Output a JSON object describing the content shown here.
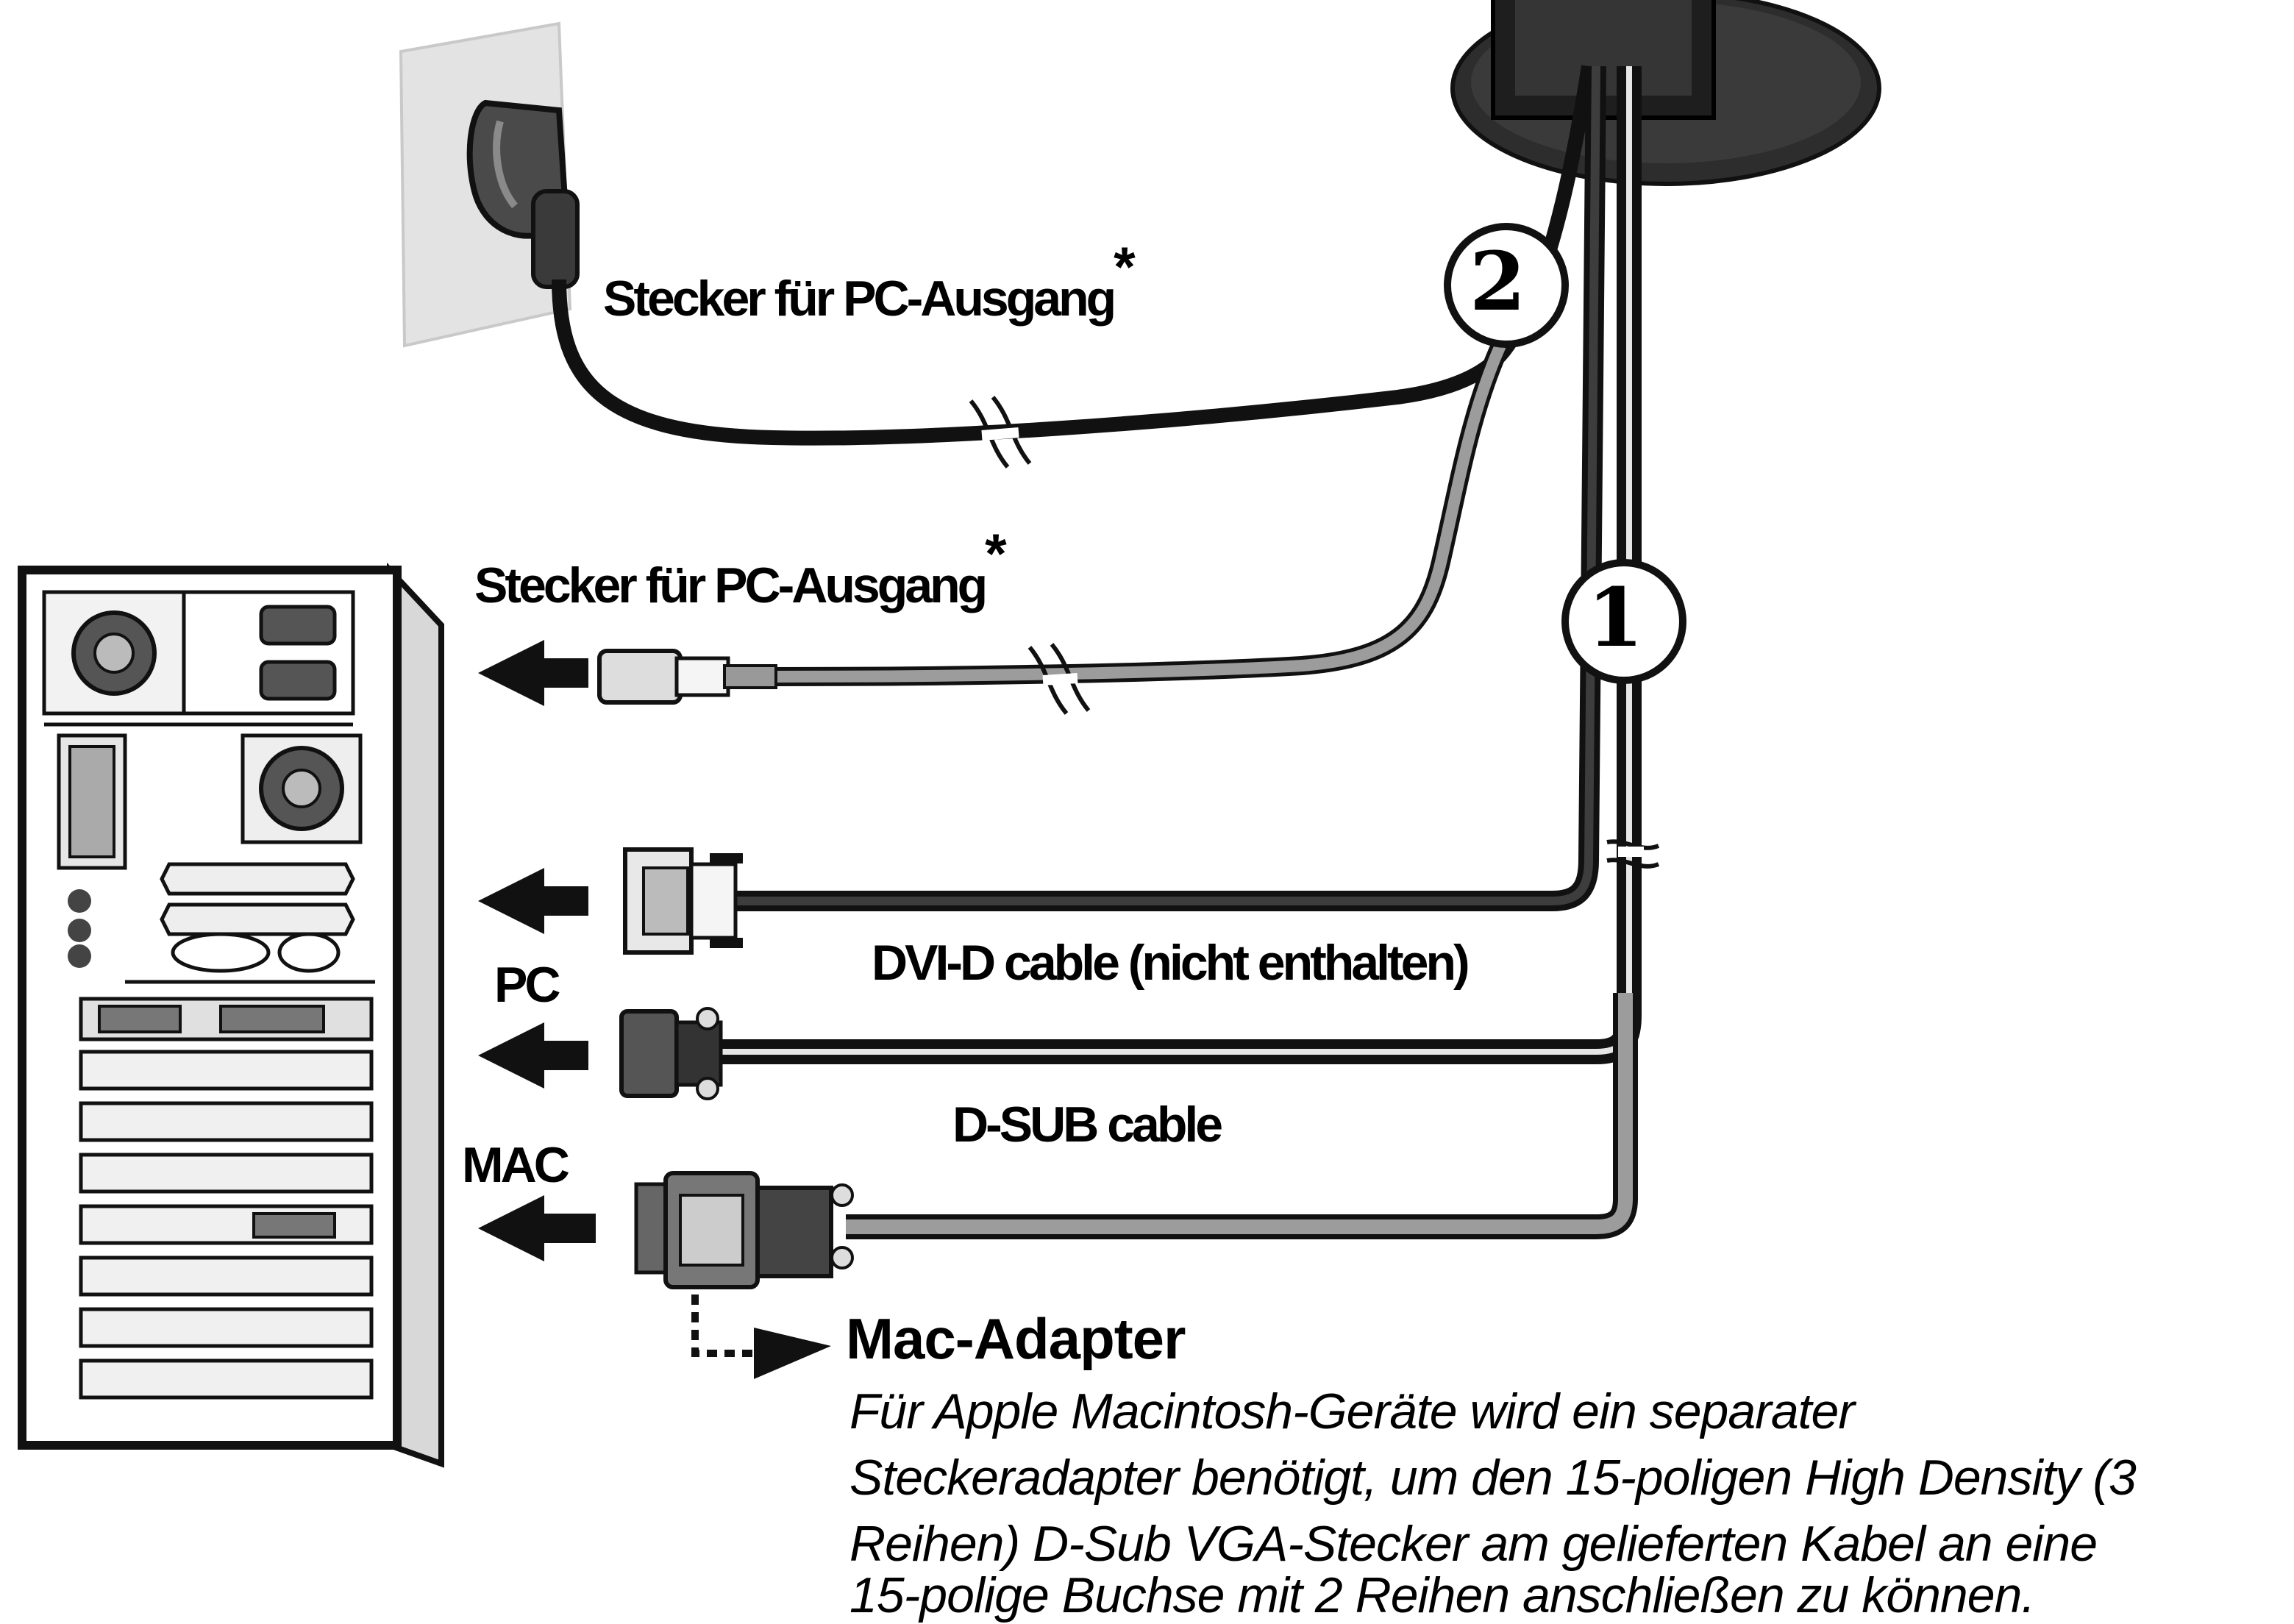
{
  "markers": {
    "one": "1",
    "two": "2"
  },
  "labels": {
    "power_plug": "Stecker für PC-Ausgang",
    "power_plug_star": "*",
    "signal_plug": "Stecker für PC-Ausgang",
    "signal_plug_star": "*",
    "dvi_cable": "DVI-D cable (nicht enthalten)",
    "pc": "PC",
    "dsub_cable": "D-SUB cable",
    "mac": "MAC"
  },
  "mac_adapter": {
    "title": "Mac-Adapter",
    "lines": [
      "Für Apple Macintosh-Geräte wird ein separater",
      "Steckeradapter benötigt, um den 15-poligen High Density (3",
      "Reihen) D-Sub VGA-Stecker am gelieferten Kabel an eine",
      "15-polige Buchse mit 2 Reihen anschließen zu können."
    ]
  }
}
